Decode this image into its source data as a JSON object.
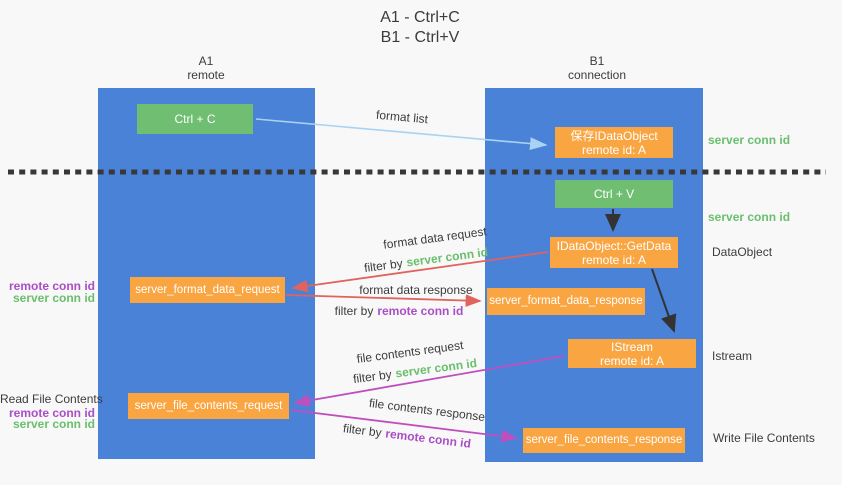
{
  "title": {
    "line1": "A1 - Ctrl+C",
    "line2": "B1 - Ctrl+V"
  },
  "lanes": {
    "a1": {
      "title": "A1",
      "subtitle": "remote"
    },
    "b1": {
      "title": "B1",
      "subtitle": "connection"
    }
  },
  "boxes": {
    "ctrl_c": {
      "label": "Ctrl + C"
    },
    "save_idataobject": {
      "line1": "保存IDataObject",
      "line2": "remote id: A"
    },
    "ctrl_v": {
      "label": "Ctrl + V"
    },
    "idataobject_getdata": {
      "line1": "IDataObject::GetData",
      "line2": "remote id: A"
    },
    "server_format_data_request": {
      "label": "server_format_data_request"
    },
    "server_format_data_response": {
      "label": "server_format_data_response"
    },
    "istream": {
      "line1": "IStream",
      "line2": "remote id: A"
    },
    "server_file_contents_request": {
      "label": "server_file_contents_request"
    },
    "server_file_contents_response": {
      "label": "server_file_contents_response"
    }
  },
  "arrows": {
    "format_list": {
      "label": "format list"
    },
    "format_data_request": {
      "label": "format data request",
      "filter_prefix": "filter by",
      "filter_key": "server conn id"
    },
    "format_data_response": {
      "label": "format data response",
      "filter_prefix": "filter by",
      "filter_key": "remote conn id"
    },
    "file_contents_request": {
      "label": "file contents request",
      "filter_prefix": "filter by",
      "filter_key": "server conn id"
    },
    "file_contents_response": {
      "label": "file contents response",
      "filter_prefix": "filter by",
      "filter_key": "remote conn id"
    }
  },
  "annotations": {
    "right_server_conn_id_top": "server conn id",
    "right_server_conn_id_mid": "server conn id",
    "dataobject": "DataObject",
    "istream": "Istream",
    "write_file_contents": "Write File Contents",
    "read_file_contents": "Read File Contents",
    "left_top": {
      "remote_conn_id": "remote conn id",
      "server_conn_id": "server conn id"
    },
    "left_bottom": {
      "remote_conn_id": "remote conn id",
      "server_conn_id": "server conn id"
    }
  },
  "colors": {
    "lane_blue": "#4a82d8",
    "green_box": "#6fbe72",
    "orange_box": "#f9a541",
    "light_blue_arrow": "#a9d3f2",
    "red_arrow": "#e0635d",
    "magenta_arrow": "#bf4fbf",
    "green_text": "#6abf6e",
    "purple_text": "#ab4ec6",
    "dark_text": "#3c3c3c",
    "background": "#f8f8f8"
  }
}
